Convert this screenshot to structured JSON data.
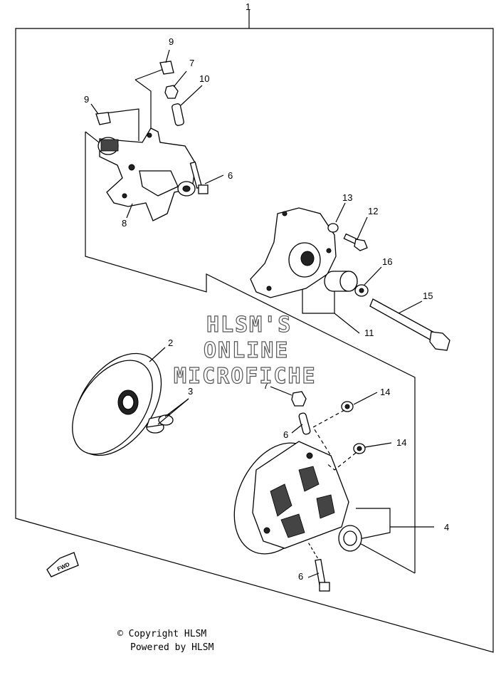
{
  "watermark": {
    "line1": "HLSM'S",
    "line2": "ONLINE",
    "line3": "MICROFICHE"
  },
  "footer": {
    "copyright": "© Copyright HLSM",
    "powered": "Powered by HLSM"
  },
  "callouts": {
    "c1": "1",
    "c2": "2",
    "c3": "3",
    "c4": "4",
    "c6a": "6",
    "c6b": "6",
    "c6c": "6",
    "c7a": "7",
    "c7b": "7",
    "c8": "8",
    "c9a": "9",
    "c9b": "9",
    "c10": "10",
    "c11": "11",
    "c12": "12",
    "c13": "13",
    "c14a": "14",
    "c14b": "14",
    "c15": "15",
    "c16": "16"
  },
  "fwd_label": "FWD",
  "icons": [
    "fwd-arrow-icon"
  ]
}
